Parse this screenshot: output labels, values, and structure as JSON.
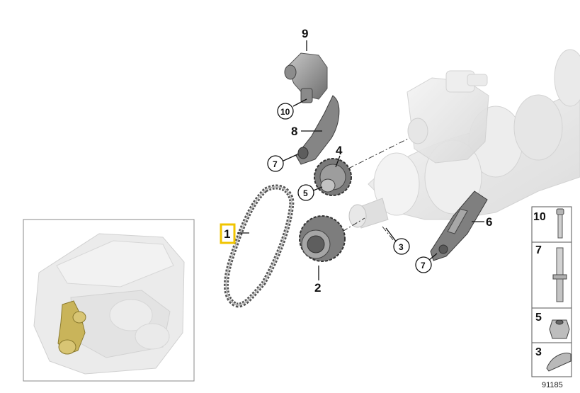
{
  "callouts": {
    "c1": "1",
    "c2": "2",
    "c3": "3",
    "c4": "4",
    "c5": "5",
    "c6": "6",
    "c7a": "7",
    "c7b": "7",
    "c8": "8",
    "c9": "9",
    "c10": "10"
  },
  "legend": {
    "items": [
      {
        "number": "10",
        "part": "bolt"
      },
      {
        "number": "7",
        "part": "stud-bolt"
      },
      {
        "number": "5",
        "part": "nut"
      },
      {
        "number": "3",
        "part": "woodruff-key"
      }
    ]
  },
  "reference_number": "91185",
  "colors": {
    "highlight_box": "#f0c400",
    "engine_highlight": "#c9b45a",
    "parts_gray": "#9a9a9a",
    "ghost_gray": "#e6e6e6"
  }
}
